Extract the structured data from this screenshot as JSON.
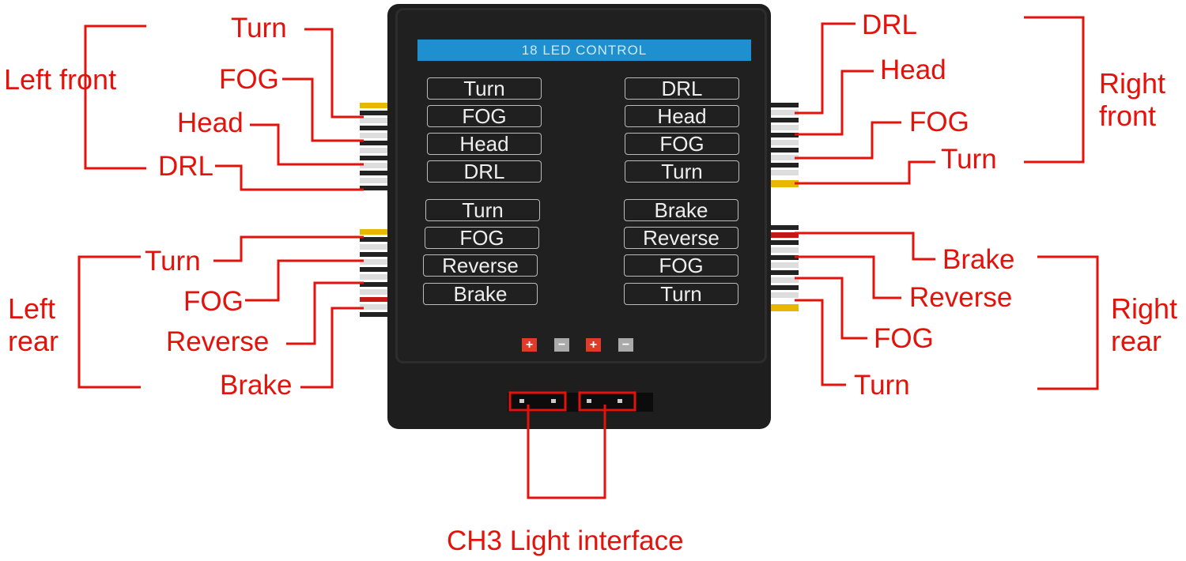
{
  "device": {
    "title": "18 LED CONTROL",
    "left_labels": [
      "Turn",
      "FOG",
      "Head",
      "DRL",
      "Turn",
      "FOG",
      "Reverse",
      "Brake"
    ],
    "right_labels": [
      "DRL",
      "Head",
      "FOG",
      "Turn",
      "Brake",
      "Reverse",
      "FOG",
      "Turn"
    ],
    "signs": [
      "+",
      "−",
      "+",
      "−"
    ]
  },
  "callouts": {
    "left_front": {
      "group": "Left front",
      "items": [
        "Turn",
        "FOG",
        "Head",
        "DRL"
      ]
    },
    "left_rear": {
      "group": "Left rear",
      "items": [
        "Turn",
        "FOG",
        "Reverse",
        "Brake"
      ]
    },
    "right_front": {
      "group": "Right front",
      "items": [
        "DRL",
        "Head",
        "FOG",
        "Turn"
      ]
    },
    "right_rear": {
      "group": "Right rear",
      "items": [
        "Brake",
        "Reverse",
        "FOG",
        "Turn"
      ]
    },
    "interface": "CH3 Light interface"
  },
  "colors": {
    "accent": "#e3120b",
    "band": "#1e90d0",
    "body": "#1e1e1e"
  }
}
